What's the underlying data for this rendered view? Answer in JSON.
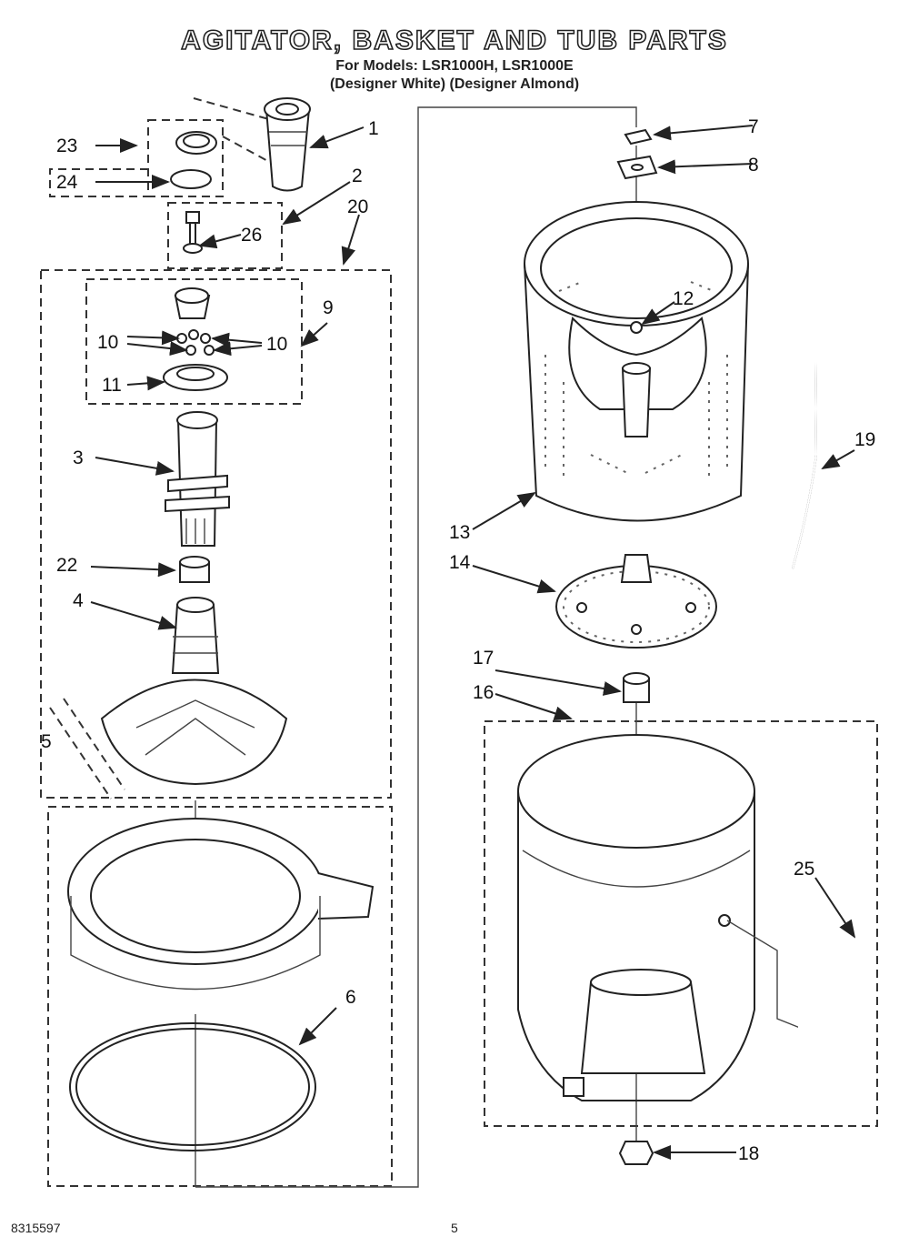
{
  "header": {
    "title": "AGITATOR, BASKET AND TUB PARTS",
    "models_line": "For Models: LSR1000H, LSR1000E",
    "colors_line": "(Designer White) (Designer Almond)"
  },
  "callouts": [
    "1",
    "2",
    "3",
    "4",
    "5",
    "6",
    "7",
    "8",
    "9",
    "10",
    "10",
    "11",
    "12",
    "13",
    "14",
    "16",
    "17",
    "18",
    "19",
    "20",
    "22",
    "23",
    "24",
    "25",
    "26"
  ],
  "footer": {
    "code": "8315597",
    "page": "5"
  }
}
